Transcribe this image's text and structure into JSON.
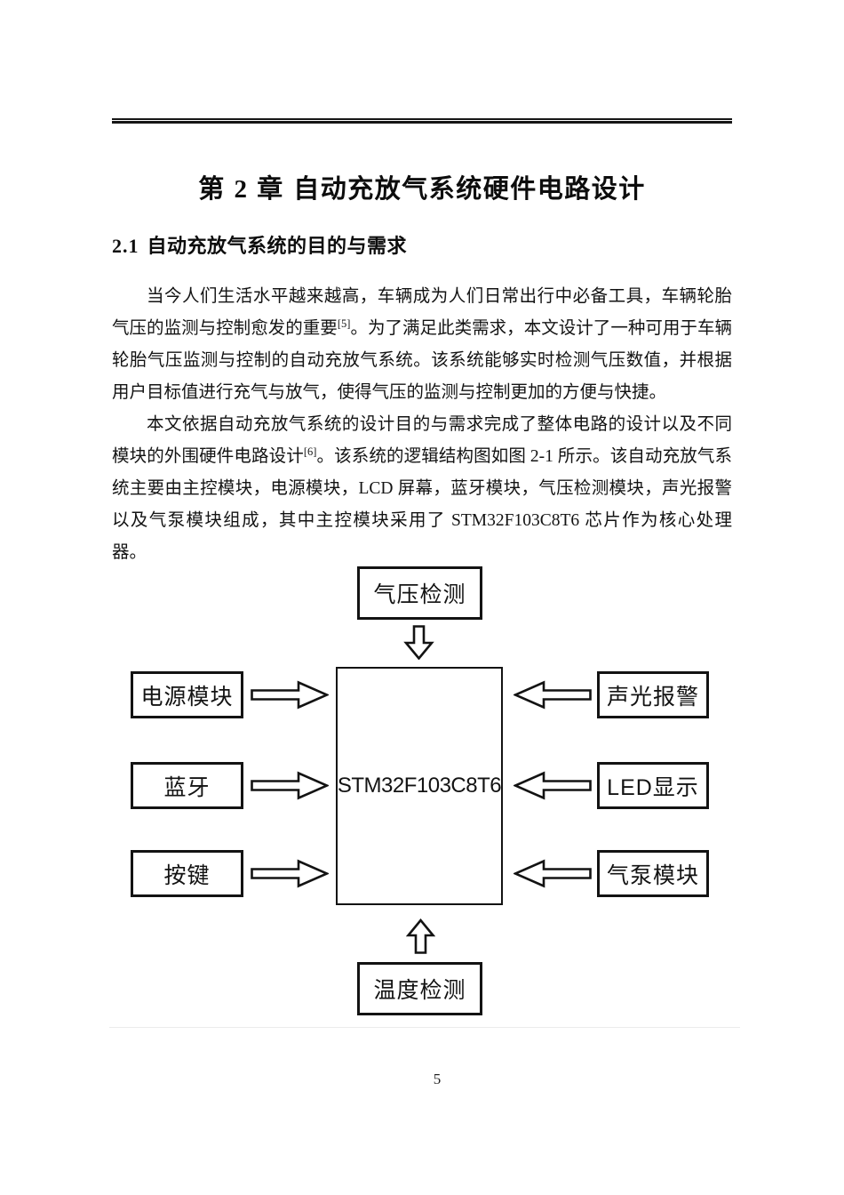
{
  "page": {
    "number": "5",
    "background": "#ffffff",
    "text_color": "#131313",
    "line_color": "#161616"
  },
  "chapter": {
    "label": "第 2 章",
    "title": "自动充放气系统硬件电路设计"
  },
  "section": {
    "number": "2.1",
    "title": "自动充放气系统的目的与需求"
  },
  "paragraphs": {
    "p1": {
      "before_ref": "当今人们生活水平越来越高，车辆成为人们日常出行中必备工具，车辆轮胎气压的监测与控制愈发的重要",
      "ref": "[5]",
      "after_ref": "。为了满足此类需求，本文设计了一种可用于车辆轮胎气压监测与控制的自动充放气系统。该系统能够实时检测气压数值，并根据用户目标值进行充气与放气，使得气压的监测与控制更加的方便与快捷。"
    },
    "p2": {
      "before_ref": "本文依据自动充放气系统的设计目的与需求完成了整体电路的设计以及不同模块的外围硬件电路设计",
      "ref": "[6]",
      "after_ref": "。该系统的逻辑结构图如图 2-1 所示。该自动充放气系统主要由主控模块，电源模块，LCD 屏幕，蓝牙模块，气压检测模块，声光报警以及气泵模块组成，其中主控模块采用了 STM32F103C8T6 芯片作为核心处理器。"
    }
  },
  "diagram": {
    "center_chip": "STM32F103C8T6",
    "top_box": "气压检测",
    "bottom_box": "温度检测",
    "left_boxes": [
      "电源模块",
      "蓝牙",
      "按键"
    ],
    "right_boxes": [
      "声光报警",
      "LED显示",
      "气泵模块"
    ]
  }
}
